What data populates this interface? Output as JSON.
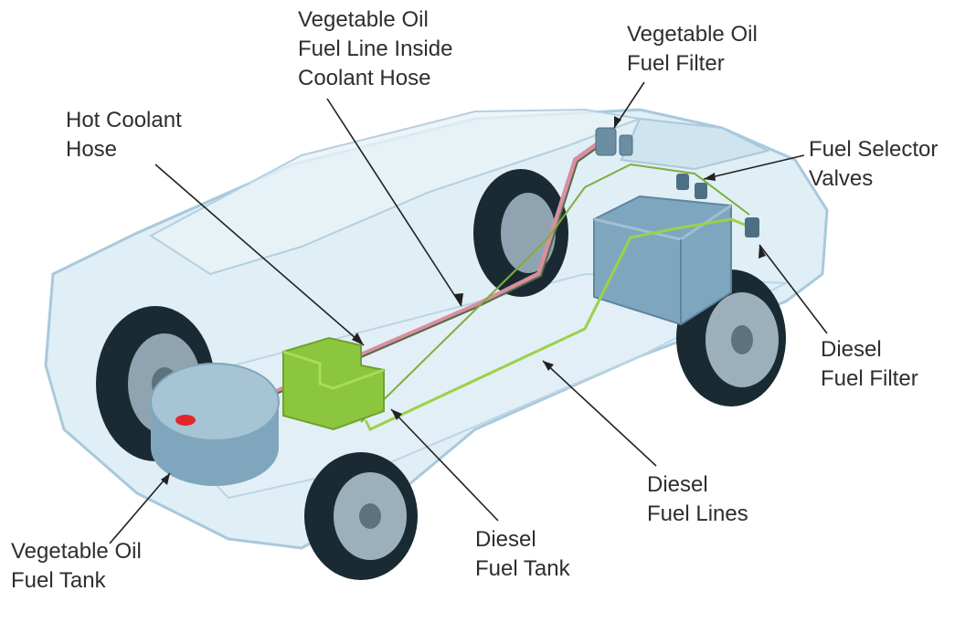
{
  "diagram": {
    "labels": {
      "vegetable_oil_fuel_line": [
        "Vegetable Oil",
        "Fuel Line Inside",
        "Coolant Hose"
      ],
      "vegetable_oil_fuel_filter": [
        "Vegetable Oil",
        "Fuel Filter"
      ],
      "hot_coolant_hose": [
        "Hot Coolant",
        "Hose"
      ],
      "fuel_selector_valves": [
        "Fuel Selector",
        "Valves"
      ],
      "diesel_fuel_filter": [
        "Diesel",
        "Fuel Filter"
      ],
      "diesel_fuel_lines": [
        "Diesel",
        "Fuel Lines"
      ],
      "diesel_fuel_tank": [
        "Diesel",
        "Fuel Tank"
      ],
      "vegetable_oil_fuel_tank": [
        "Vegetable Oil",
        "Fuel Tank"
      ]
    },
    "colors": {
      "car_body": "#d6e8f2",
      "car_outline": "#a9c9dc",
      "tire": "#1a2a33",
      "rim": "#8fa4b0",
      "veg_tank": "#8fb3c6",
      "veg_tank_cap": "#e0282c",
      "diesel_tank": "#8cc63f",
      "diesel_line": "#9bd14a",
      "coolant_hose": "#d98fa0",
      "engine": "#7fa6bf",
      "leader": "#222222",
      "text": "#2e2e2e"
    }
  }
}
